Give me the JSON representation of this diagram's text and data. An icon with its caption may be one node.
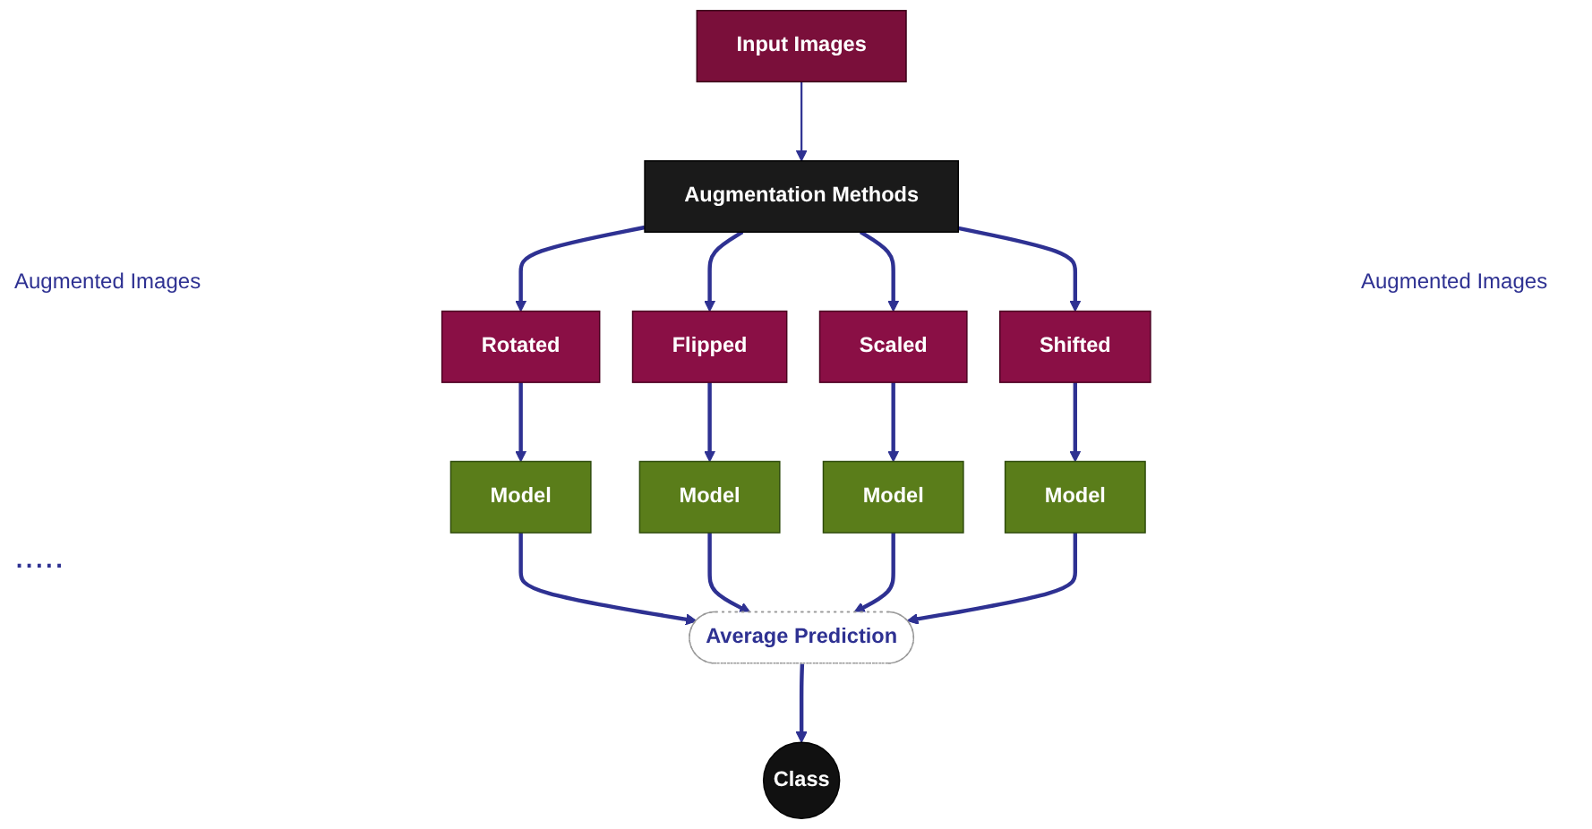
{
  "diagram": {
    "nodes": [
      {
        "text": [
          "Input Images"
        ]
      },
      {
        "text": [
          "Augmentation Methods"
        ]
      },
      {
        "text": [
          "Rotated"
        ]
      },
      {
        "text": [
          "Flipped"
        ]
      },
      {
        "text": [
          "Scaled"
        ]
      },
      {
        "text": [
          "Shifted"
        ]
      },
      {
        "text": [
          "Model"
        ]
      },
      {
        "text": [
          "Model"
        ]
      },
      {
        "text": [
          "Model"
        ]
      },
      {
        "text": [
          "Model"
        ]
      },
      {
        "text": [
          "Average Prediction"
        ]
      },
      {
        "text": [
          "Class"
        ]
      }
    ],
    "edges": [
      {
        "from": 0,
        "to": 1,
        "arrow": "to"
      },
      {
        "from": 1,
        "to": 2,
        "arrow": "to"
      },
      {
        "from": 1,
        "to": 3,
        "arrow": "to"
      },
      {
        "from": 1,
        "to": 4,
        "arrow": "to"
      },
      {
        "from": 1,
        "to": 5,
        "arrow": "to"
      },
      {
        "from": 2,
        "to": 6,
        "arrow": "to"
      },
      {
        "from": 3,
        "to": 7,
        "arrow": "to"
      },
      {
        "from": 4,
        "to": 8,
        "arrow": "to"
      },
      {
        "from": 5,
        "to": 9,
        "arrow": "to"
      },
      {
        "from": 6,
        "to": 10,
        "arrow": "to"
      },
      {
        "from": 7,
        "to": 10,
        "arrow": "to"
      },
      {
        "from": 8,
        "to": 10,
        "arrow": "to"
      },
      {
        "from": 9,
        "to": 10,
        "arrow": "to"
      },
      {
        "from": 10,
        "to": 11,
        "arrow": "to"
      }
    ],
    "labels": [
      "Augmented Images",
      "Augmented Images",
      "....."
    ]
  }
}
